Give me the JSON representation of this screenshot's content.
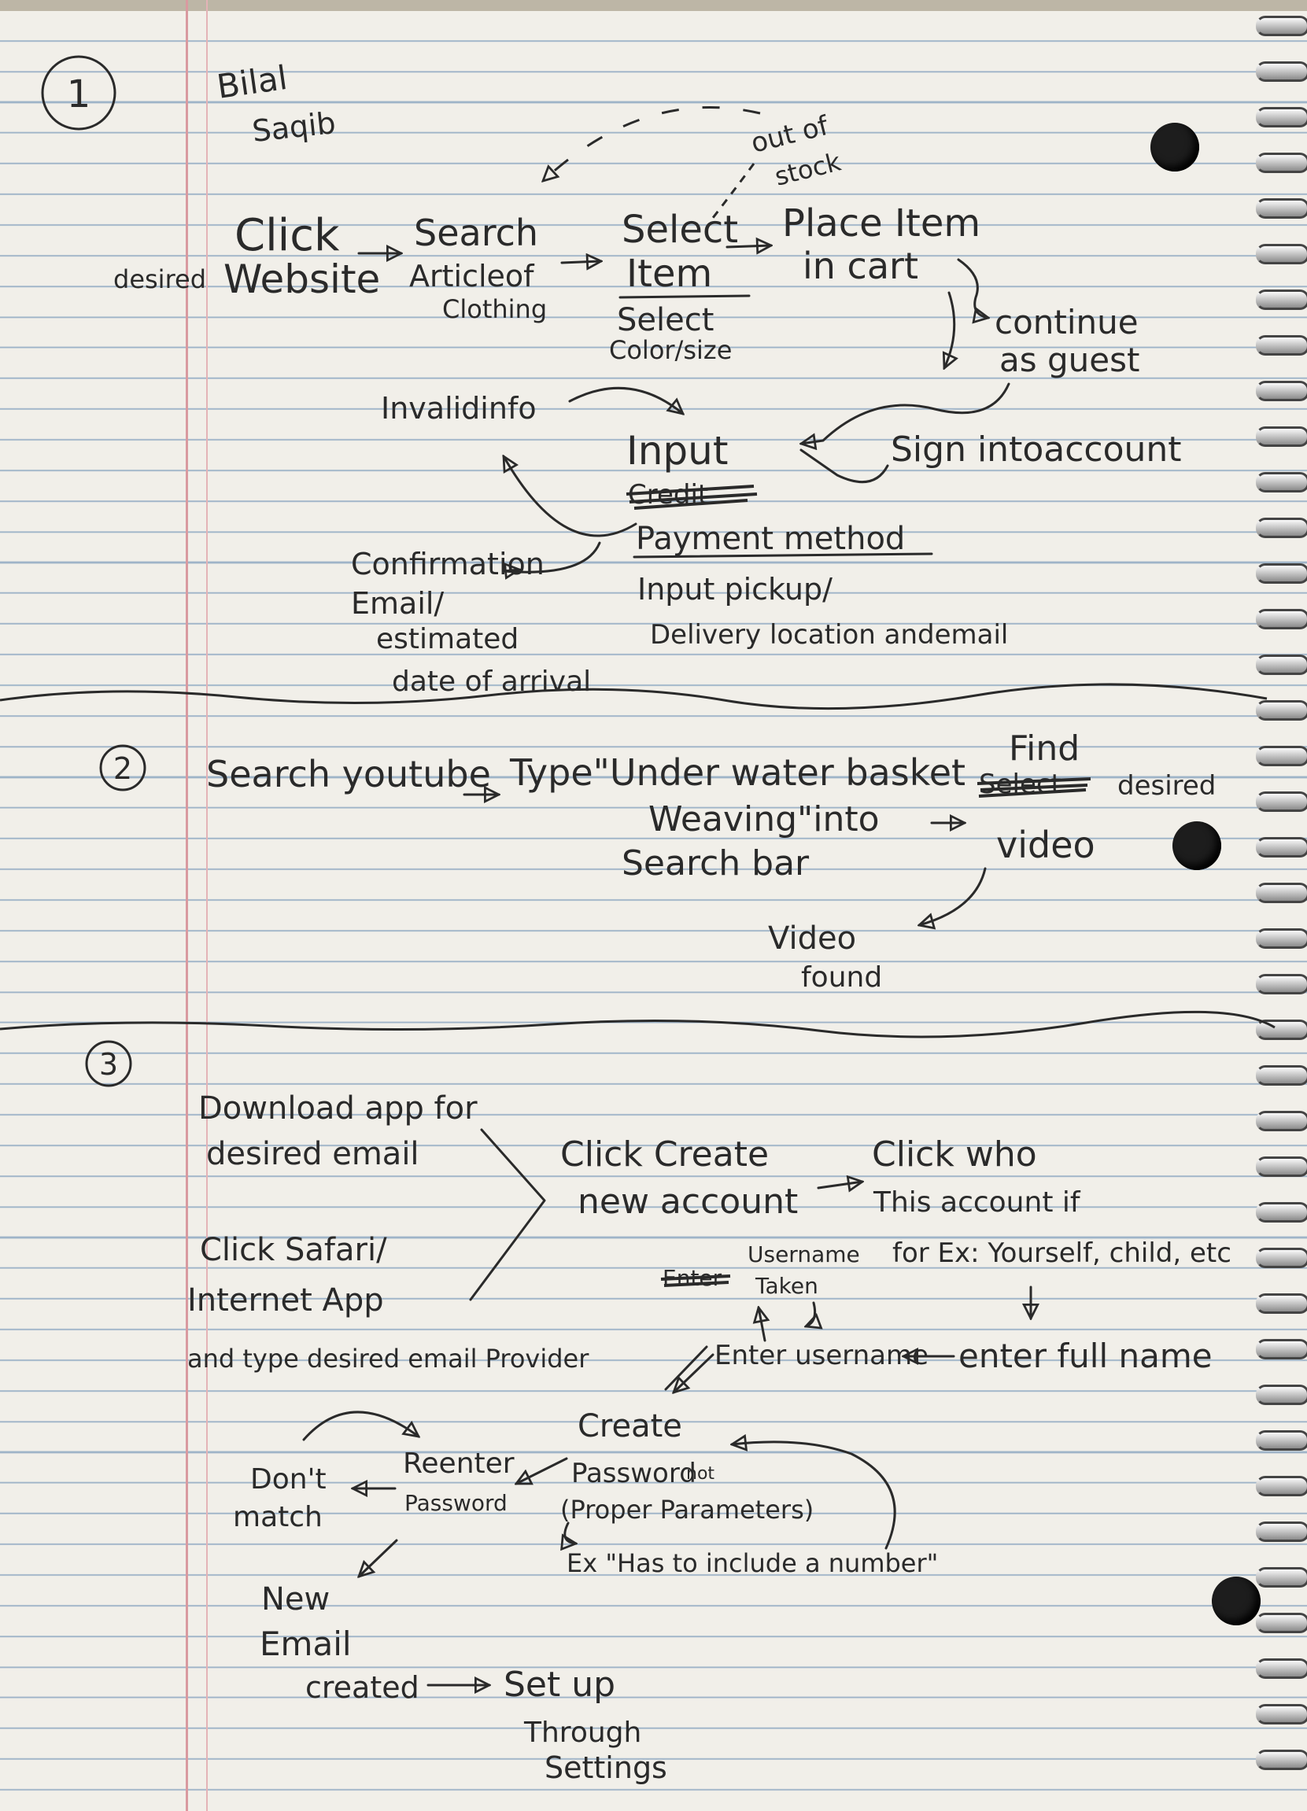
{
  "author": {
    "first": "Bilal",
    "last": "Saqib"
  },
  "sections": {
    "s1": {
      "number": "1",
      "click_desired_website": [
        "Click",
        "Website"
      ],
      "desired": "desired",
      "search_articles": [
        "Search",
        "Articleof",
        "Clothing"
      ],
      "select_item": [
        "Select",
        "Item"
      ],
      "select_color_size": [
        "Select",
        "Color/size"
      ],
      "out_of_stock": [
        "out of",
        "stock"
      ],
      "place_item_in_cart": [
        "Place Item",
        "in cart"
      ],
      "continue_as_guest": [
        "continue",
        "as guest"
      ],
      "sign_into_account": "Sign intoaccount",
      "invalid_info": "Invalidinfo",
      "input": "Input",
      "crossed_word": "Credit",
      "payment_method": "Payment method",
      "input_pickup": [
        "Input pickup/",
        "Delivery location andemail"
      ],
      "confirmation": [
        "Confirmation",
        "Email/",
        "estimated",
        "date of arrival"
      ]
    },
    "s2": {
      "number": "2",
      "search_youtube": "Search youtube",
      "type_query": [
        "Type\"Under water basket",
        "Weaving\"into",
        "Search bar"
      ],
      "find_desired_video": [
        "Find",
        "desired",
        "video"
      ],
      "crossed_word": "Select",
      "video_found": [
        "Video",
        "found"
      ]
    },
    "s3": {
      "number": "3",
      "download_app": [
        "Download app for",
        "desired email"
      ],
      "click_safari": [
        "Click Safari/",
        "Internet App",
        "and type desired email Provider"
      ],
      "create_new_account": [
        "Click Create",
        "new account"
      ],
      "who_account_for": [
        "Click who",
        "This account if",
        "for Ex: Yourself, child, etc"
      ],
      "username_taken": [
        "Username",
        "Taken"
      ],
      "crossed_word": "Enter",
      "enter_username": "Enter username",
      "enter_full_name": "enter full name",
      "create_password": [
        "Create",
        "Password"
      ],
      "proper_params": "(Proper Parameters)",
      "not_label": "not",
      "example_rule": "Ex \"Has to include a number\"",
      "reenter_password": [
        "Reenter",
        "Password"
      ],
      "dont_match": [
        "Don't",
        "match"
      ],
      "new_email_created": [
        "New",
        "Email",
        "created"
      ],
      "set_up_settings": [
        "Set up",
        "Through",
        "Settings"
      ]
    }
  },
  "colors": {
    "paper": "#f1efe9",
    "rule": "#9fb4c8",
    "margin": "#d99aa0",
    "ink": "#2a2a2a"
  }
}
